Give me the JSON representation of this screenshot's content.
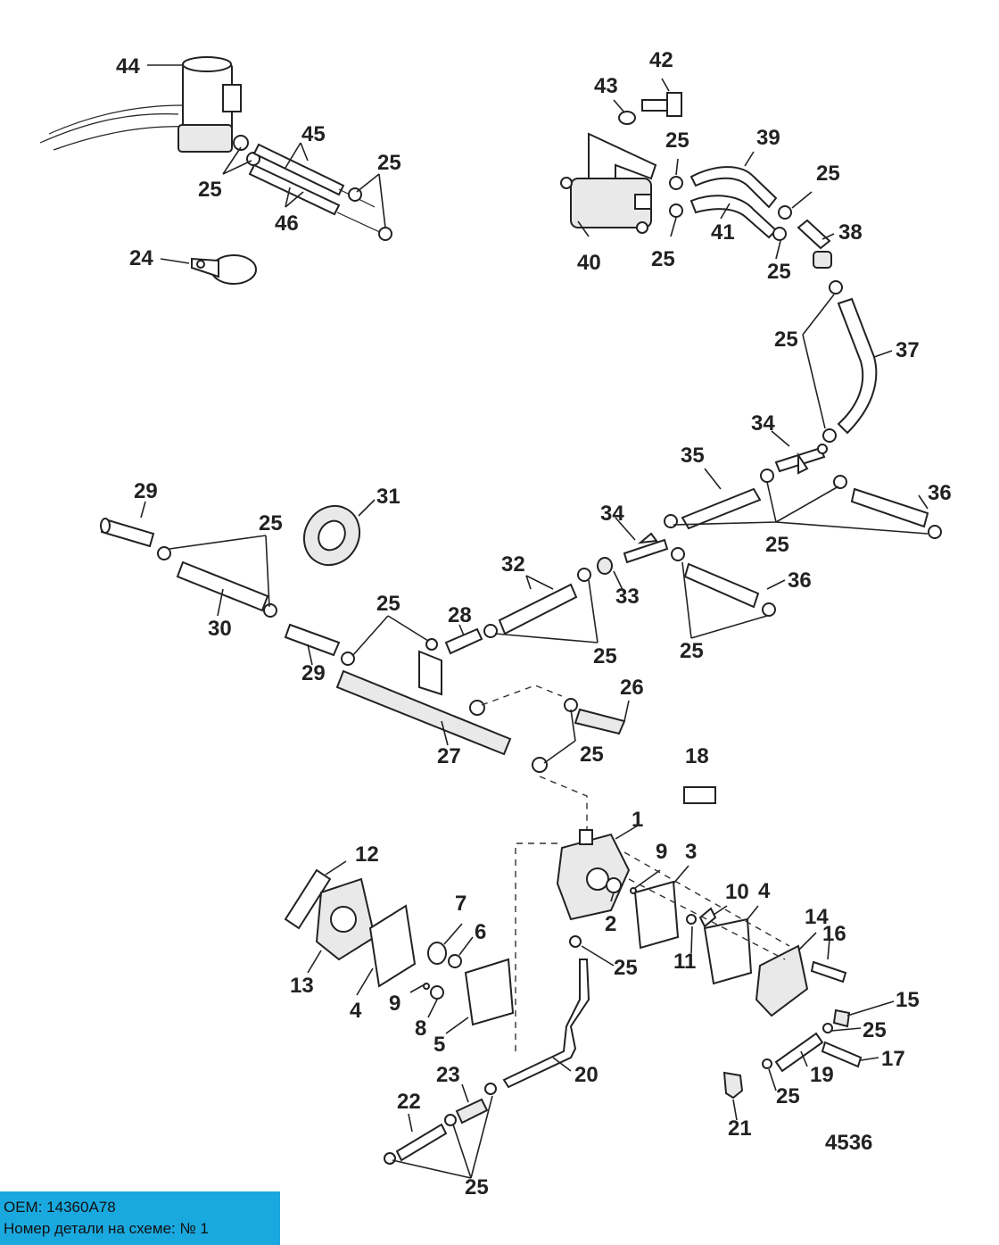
{
  "info": {
    "oem_line": "OEM: 14360A78",
    "part_line": "Номер детали на схеме: № 1"
  },
  "figure_code": "4536",
  "callouts": [
    {
      "id": "c44",
      "text": "44"
    },
    {
      "id": "c45",
      "text": "45"
    },
    {
      "id": "c25a",
      "text": "25"
    },
    {
      "id": "c25b",
      "text": "25"
    },
    {
      "id": "c46",
      "text": "46"
    },
    {
      "id": "c24",
      "text": "24"
    },
    {
      "id": "c42",
      "text": "42"
    },
    {
      "id": "c43",
      "text": "43"
    },
    {
      "id": "c25c",
      "text": "25"
    },
    {
      "id": "c39",
      "text": "39"
    },
    {
      "id": "c25d",
      "text": "25"
    },
    {
      "id": "c40",
      "text": "40"
    },
    {
      "id": "c25e",
      "text": "25"
    },
    {
      "id": "c41",
      "text": "41"
    },
    {
      "id": "c25f",
      "text": "25"
    },
    {
      "id": "c38",
      "text": "38"
    },
    {
      "id": "c25g",
      "text": "25"
    },
    {
      "id": "c37",
      "text": "37"
    },
    {
      "id": "c34a",
      "text": "34"
    },
    {
      "id": "c35",
      "text": "35"
    },
    {
      "id": "c36a",
      "text": "36"
    },
    {
      "id": "c25h",
      "text": "25"
    },
    {
      "id": "c29a",
      "text": "29"
    },
    {
      "id": "c31",
      "text": "31"
    },
    {
      "id": "c25i",
      "text": "25"
    },
    {
      "id": "c30",
      "text": "30"
    },
    {
      "id": "c34b",
      "text": "34"
    },
    {
      "id": "c32",
      "text": "32"
    },
    {
      "id": "c33",
      "text": "33"
    },
    {
      "id": "c36b",
      "text": "36"
    },
    {
      "id": "c25j",
      "text": "25"
    },
    {
      "id": "c25k",
      "text": "25"
    },
    {
      "id": "c28",
      "text": "28"
    },
    {
      "id": "c29b",
      "text": "29"
    },
    {
      "id": "c25l",
      "text": "25"
    },
    {
      "id": "c26",
      "text": "26"
    },
    {
      "id": "c27",
      "text": "27"
    },
    {
      "id": "c25m",
      "text": "25"
    },
    {
      "id": "c18",
      "text": "18"
    },
    {
      "id": "c1",
      "text": "1"
    },
    {
      "id": "c12",
      "text": "12"
    },
    {
      "id": "c9a",
      "text": "9"
    },
    {
      "id": "c3",
      "text": "3"
    },
    {
      "id": "c10",
      "text": "10"
    },
    {
      "id": "c4a",
      "text": "4"
    },
    {
      "id": "c7",
      "text": "7"
    },
    {
      "id": "c2",
      "text": "2"
    },
    {
      "id": "c6",
      "text": "6"
    },
    {
      "id": "c14",
      "text": "14"
    },
    {
      "id": "c16",
      "text": "16"
    },
    {
      "id": "c25n",
      "text": "25"
    },
    {
      "id": "c11",
      "text": "11"
    },
    {
      "id": "c13",
      "text": "13"
    },
    {
      "id": "c4b",
      "text": "4"
    },
    {
      "id": "c9b",
      "text": "9"
    },
    {
      "id": "c15",
      "text": "15"
    },
    {
      "id": "c8",
      "text": "8"
    },
    {
      "id": "c5",
      "text": "5"
    },
    {
      "id": "c25o",
      "text": "25"
    },
    {
      "id": "c17",
      "text": "17"
    },
    {
      "id": "c20",
      "text": "20"
    },
    {
      "id": "c23",
      "text": "23"
    },
    {
      "id": "c19",
      "text": "19"
    },
    {
      "id": "c25p",
      "text": "25"
    },
    {
      "id": "c22",
      "text": "22"
    },
    {
      "id": "c21",
      "text": "21"
    },
    {
      "id": "c25q",
      "text": "25"
    }
  ]
}
